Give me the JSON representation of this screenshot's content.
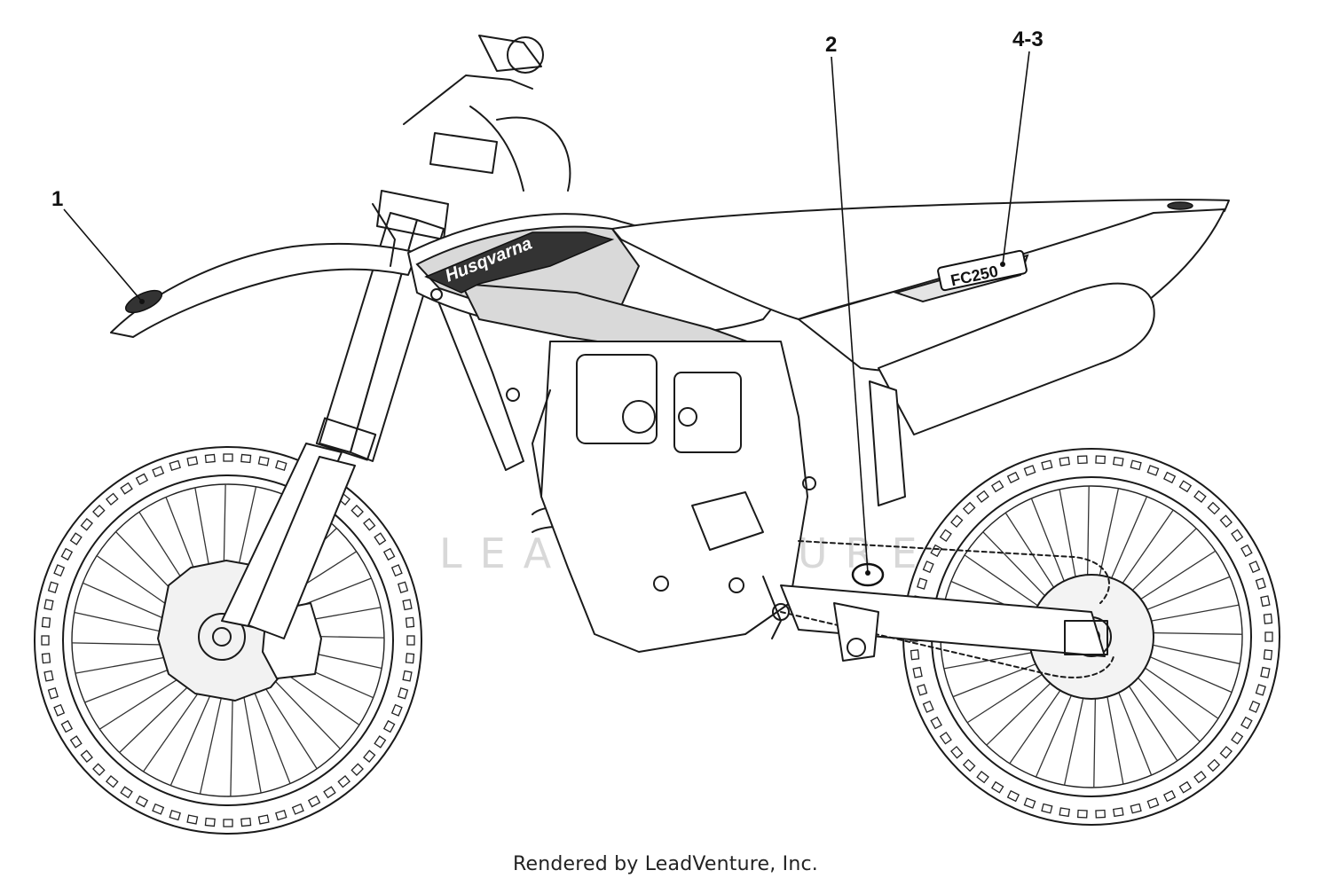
{
  "callouts": {
    "c1": "1",
    "c2": "2",
    "c43": "4-3"
  },
  "brand_decal_text": "Husqvarna",
  "watermark": "LEADVENTURE",
  "footer": "Rendered by LeadVenture, Inc."
}
